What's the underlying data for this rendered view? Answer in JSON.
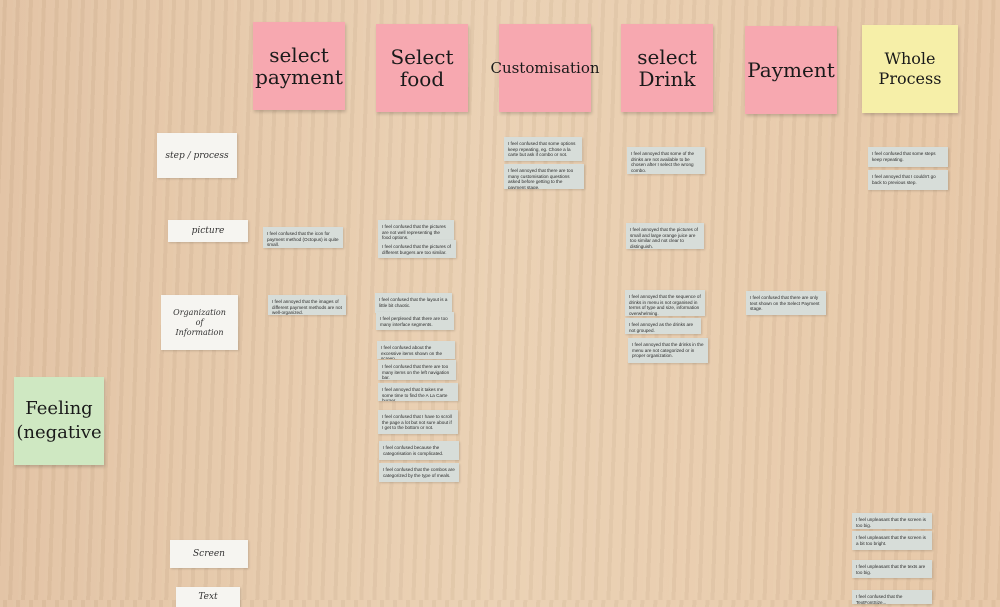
{
  "headers": {
    "select_payment": "select\npayment",
    "select_food": "Select\nfood",
    "customisation": "Customisation",
    "select_drink": "select\nDrink",
    "payment": "Payment",
    "whole_process": "Whole\nProcess"
  },
  "feeling_note": "Feeling\n(negative",
  "row_labels": {
    "step_process": "step / process",
    "picture": "picture",
    "organization": "Organization\nof\nInformation",
    "screen": "Screen",
    "text": "Text"
  },
  "cards": {
    "custom_1": "I feel confused that some options keep repeating, eg. Chose a la carte but ask if combo or not.",
    "custom_2": "I feel annoyed that there are too many customisation questions asked before getting to the payment stage.",
    "drink_1": "I feel annoyed that some of the drinks are not available to be chosen after I select the wrong combo.",
    "whole_1": "I feel confused that some steps keep repeating.",
    "whole_2": "I feel annoyed that I couldn't go back to previous step.",
    "pay_pic": "I feel confused that the icon for payment method (Octopus) is quite small.",
    "food_pic_1": "I feel confused that the pictures are not well representing the food options.",
    "food_pic_2": "I feel confused that the pictures of different burgers are too similar.",
    "drink_pic": "I feel annoyed that the pictures of small and large orange juice are too similar and not clear to distinguish.",
    "pay_org": "I feel annoyed that the images of different payment methods are not well-organized.",
    "food_org_1": "I feel confused that the layout is a little bit chaotic.",
    "food_org_2": "I feel perplexed that there are too many interface segments.",
    "food_org_3": "I feel confused about the excessive items shown on the screen.",
    "food_org_4": "I feel confused that there are too many items on the left navigation bar.",
    "food_org_5": "I feel annoyed that it takes me some time to find the A La Carte burger.",
    "food_org_6": "I feel confused that I have to scroll the page a lot but not sure about if I get to the bottom or not.",
    "food_org_7": "I feel confused because the categorisation is complicated.",
    "food_org_8": "I feel confused that the combos are categorized by the type of meals.",
    "drink_org_1": "I feel annoyed that the sequence of drinks in menu is not organised in terms of type and size, information overwhelming.",
    "drink_org_2": "I feel annoyed as the drinks are not grouped.",
    "drink_org_3": "I feel annoyed that the drinks in the menu are not categorized or in proper organization.",
    "payment_org": "I feel confused that there are only text shown on the Select Payment stage.",
    "screen_1": "I feel unpleasant that the screen is too big.",
    "screen_2": "I feel unpleasant that the screen is a bit too bright.",
    "screen_3": "I feel unpleasant that the texts are too big.",
    "screen_4": "I feel confused that the TextFontSize..."
  }
}
